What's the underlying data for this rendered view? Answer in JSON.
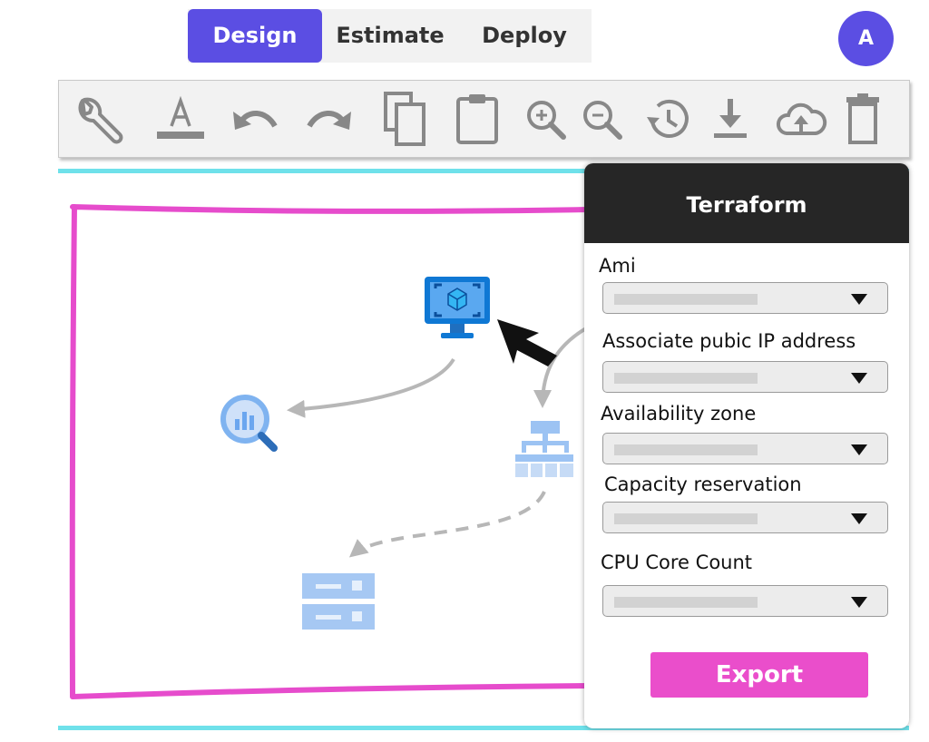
{
  "tabs": [
    {
      "label": "Design",
      "active": true
    },
    {
      "label": "Estimate",
      "active": false
    },
    {
      "label": "Deploy",
      "active": false
    }
  ],
  "user": {
    "initial": "A"
  },
  "toolbar": {
    "icons": [
      "wrench-icon",
      "text-format-icon",
      "undo-icon",
      "redo-icon",
      "copy-icon",
      "paste-icon",
      "zoom-in-icon",
      "zoom-out-icon",
      "history-icon",
      "download-icon",
      "cloud-upload-icon",
      "delete-icon"
    ]
  },
  "panel": {
    "title": "Terraform",
    "fields": [
      {
        "label": "Ami",
        "value": ""
      },
      {
        "label": "Associate pubic IP address",
        "value": ""
      },
      {
        "label": "Availability zone",
        "value": ""
      },
      {
        "label": "Capacity reservation",
        "value": ""
      },
      {
        "label": "CPU Core Count",
        "value": ""
      }
    ],
    "export_label": "Export"
  },
  "colors": {
    "accent": "#5b4ee3",
    "export": "#ea4ecb",
    "frame": "#e64ccc",
    "cyan": "#6fe1ea",
    "icon_blue": "#0f78d4",
    "icon_light_blue": "#9cc3f3"
  }
}
